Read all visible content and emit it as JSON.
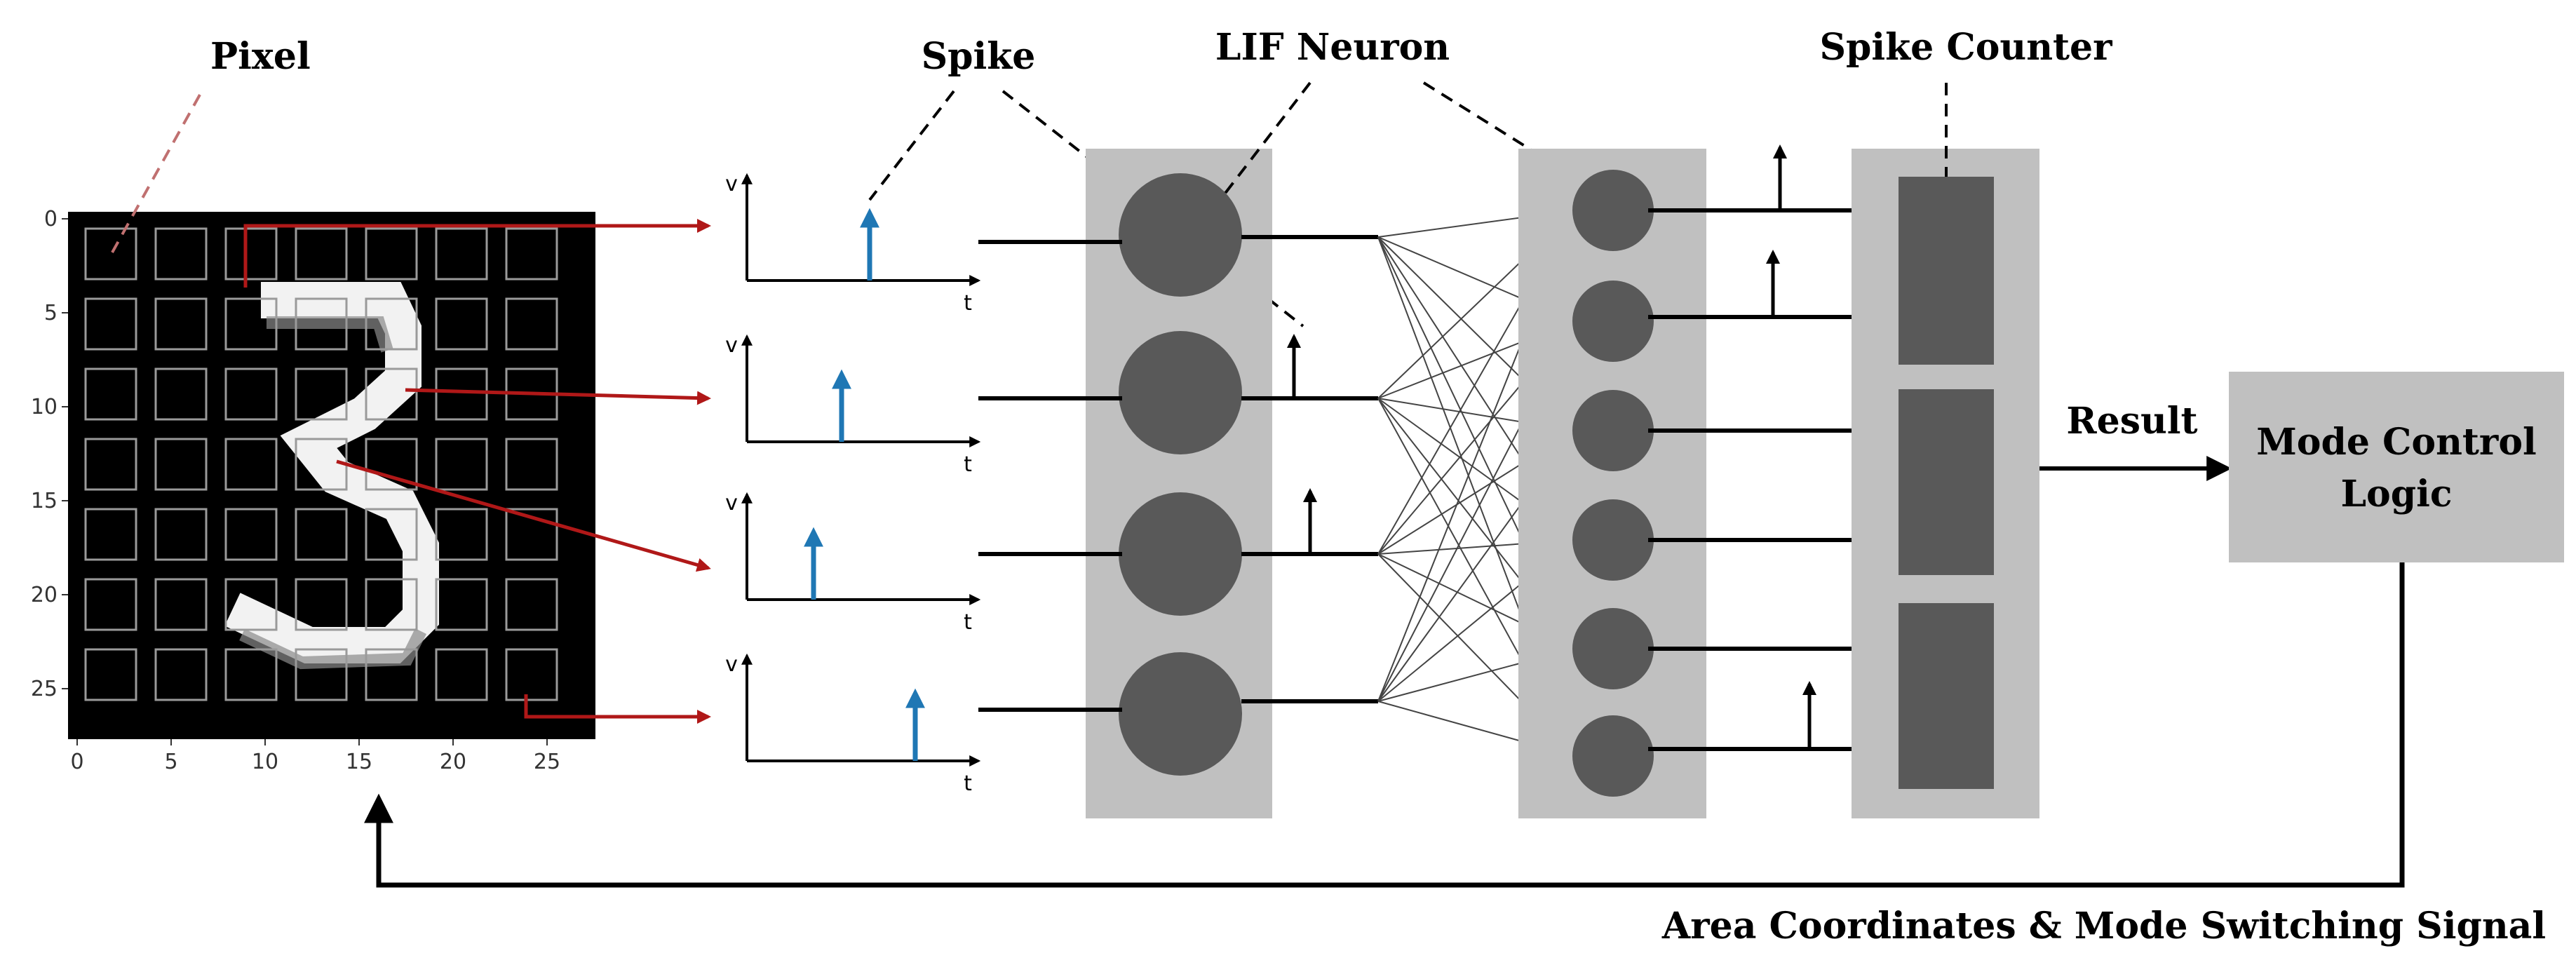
{
  "labels": {
    "pixel": "Pixel",
    "spike": "Spike",
    "lif_neuron": "LIF Neuron",
    "spike_counter": "Spike Counter",
    "result": "Result",
    "mode_control_line1": "Mode Control",
    "mode_control_line2": "Logic",
    "feedback": "Area Coordinates & Mode Switching Signal"
  },
  "image_axes": {
    "y_ticks": [
      "0",
      "5",
      "10",
      "15",
      "20",
      "25"
    ],
    "x_ticks": [
      "0",
      "5",
      "10",
      "15",
      "20",
      "25"
    ]
  },
  "spike_plot": {
    "v_label": "v",
    "t_label": "t"
  },
  "colors": {
    "panel_gray": "#c0c0c0",
    "neuron_dark": "#595959",
    "spike_blue": "#1f77b4",
    "pixel_arrow_red": "#b01818",
    "pixel_leader": "#c07070"
  }
}
